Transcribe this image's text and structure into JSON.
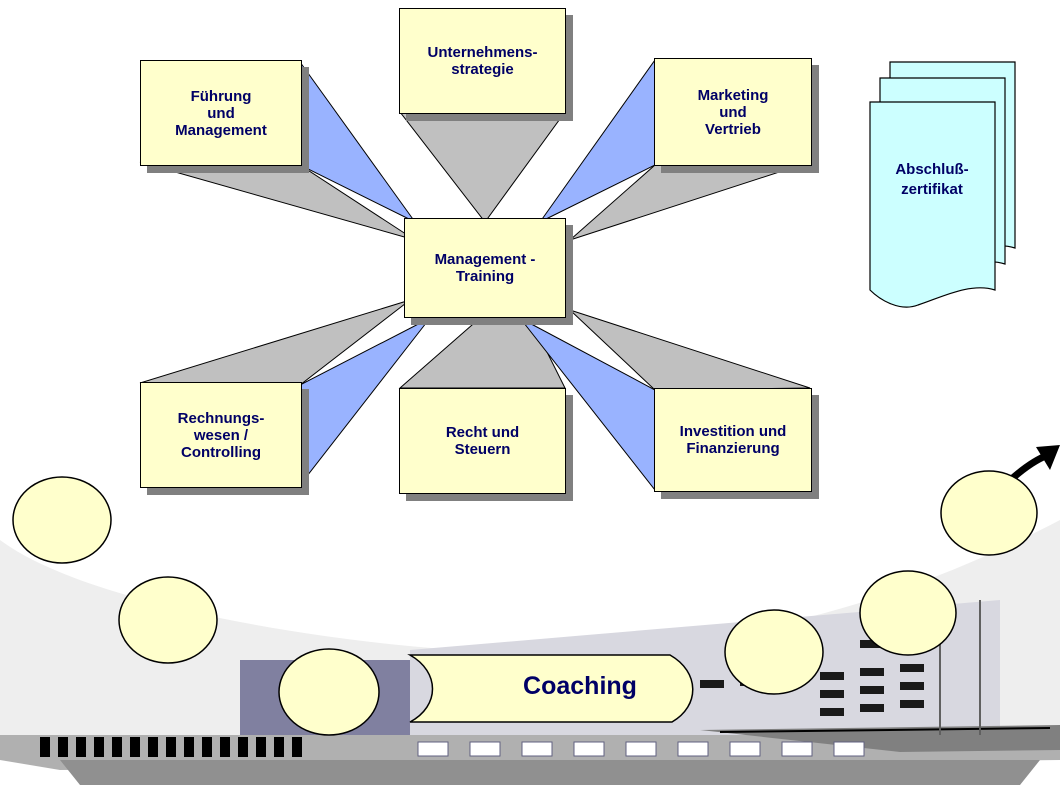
{
  "center": {
    "label": "Management -\nTraining"
  },
  "topics": [
    {
      "id": "fuehrung",
      "label": "Führung\nund\nManagement"
    },
    {
      "id": "strategie",
      "label": "Unternehmens-\nstrategie"
    },
    {
      "id": "marketing",
      "label": "Marketing\nund\nVertrieb"
    },
    {
      "id": "rechnungswesen",
      "label": "Rechnungs-\nwesen /\nControlling"
    },
    {
      "id": "recht",
      "label": "Recht  und\nSteuern"
    },
    {
      "id": "investition",
      "label": "Investition und\nFinanzierung"
    }
  ],
  "certificate": {
    "label": "Abschluß-\nzertifikat"
  },
  "coaching": {
    "label": "Coaching"
  },
  "colors": {
    "box_fill": "#ffffcc",
    "text": "#000066",
    "blue_face": "#99b3ff",
    "gray_face": "#c0c0c0",
    "cert_fill": "#ccffff"
  }
}
